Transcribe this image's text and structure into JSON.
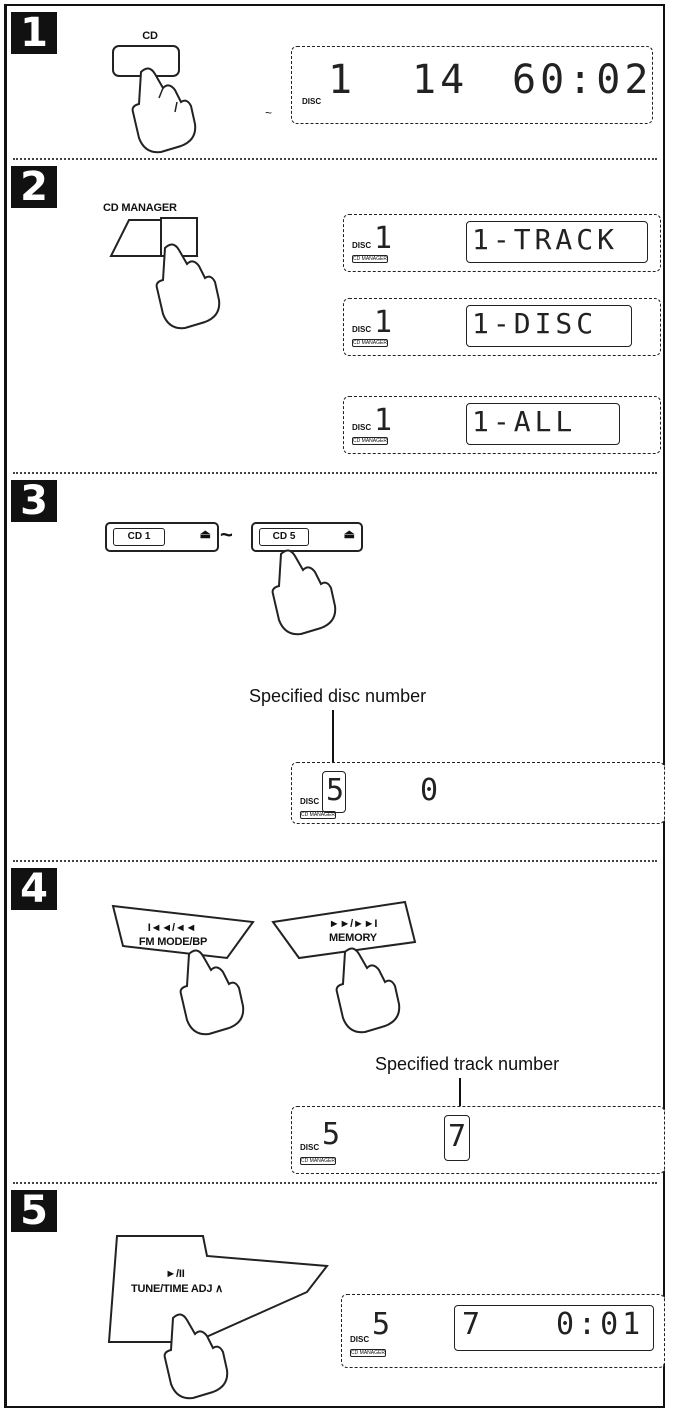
{
  "steps": [
    {
      "number": "1",
      "button_label": "CD",
      "display": {
        "disc": "1",
        "track": "14",
        "time": "60:02"
      }
    },
    {
      "number": "2",
      "button_label": "CD MANAGER",
      "displays": [
        {
          "disc": "1",
          "mode": "1-TRACK"
        },
        {
          "disc": "1",
          "mode": "1-DISC"
        },
        {
          "disc": "1",
          "mode": "1-ALL"
        }
      ]
    },
    {
      "number": "3",
      "button_first": "CD 1",
      "range_symbol": "~",
      "button_last": "CD 5",
      "eject_glyph": "⏏",
      "caption": "Specified disc number",
      "display": {
        "disc": "5",
        "track": "0"
      }
    },
    {
      "number": "4",
      "left_button": {
        "symbol": "I◄◄/◄◄",
        "label": "FM MODE/BP"
      },
      "right_button": {
        "symbol": "►►/►►I",
        "label": "MEMORY"
      },
      "caption": "Specified track number",
      "display": {
        "disc": "5",
        "track": "7"
      }
    },
    {
      "number": "5",
      "button": {
        "symbol": "►/II",
        "label": "TUNE/TIME ADJ ∧"
      },
      "display": {
        "disc": "5",
        "track": "7",
        "time": "0:01"
      }
    }
  ],
  "icons": {
    "disc": "DISC",
    "manager": "CD MANAGER"
  }
}
